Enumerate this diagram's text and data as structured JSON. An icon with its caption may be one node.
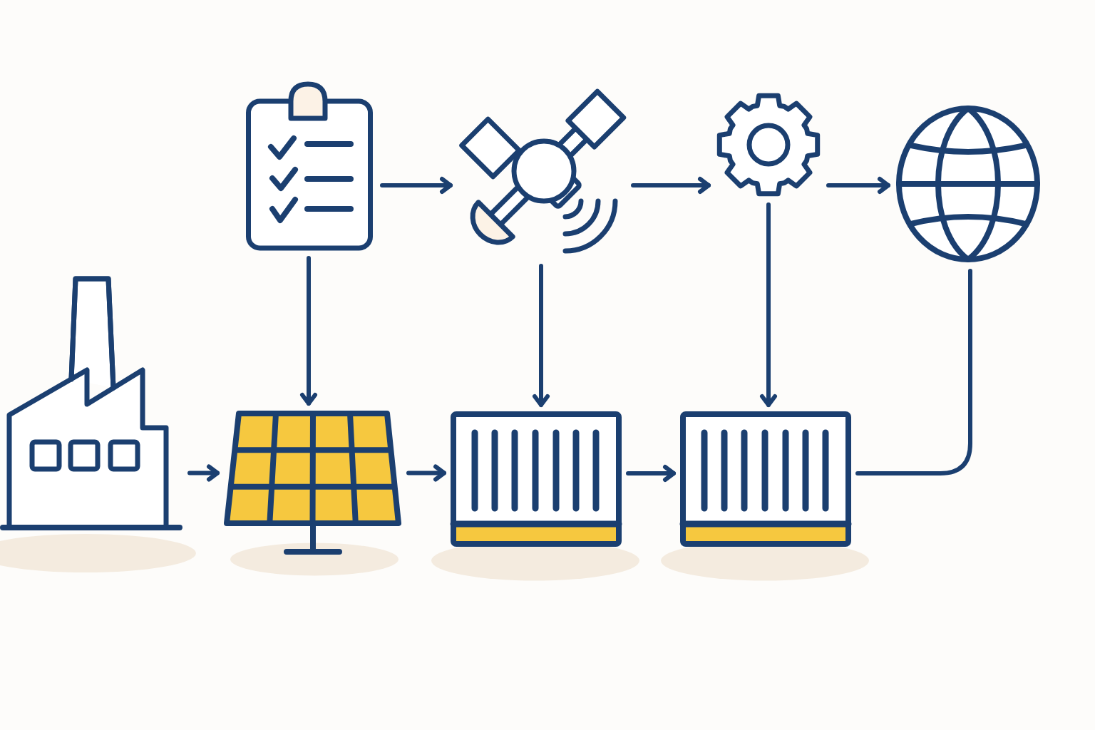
{
  "diagram": {
    "nodes": [
      {
        "text": [],
        "shape": "picture"
      },
      {
        "text": [],
        "shape": "picture"
      },
      {
        "text": [],
        "shape": "picture"
      },
      {
        "text": [],
        "shape": "picture"
      },
      {
        "text": [],
        "shape": "picture"
      },
      {
        "text": [],
        "shape": "picture"
      },
      {
        "text": [],
        "shape": "picture"
      },
      {
        "text": [],
        "shape": "picture"
      }
    ],
    "edges": [
      {
        "from": 0,
        "to": 1,
        "arrow": "to"
      },
      {
        "from": 1,
        "to": 2,
        "arrow": "to"
      },
      {
        "from": 2,
        "to": 3,
        "arrow": "to"
      },
      {
        "from": 0,
        "to": 5,
        "arrow": "to"
      },
      {
        "from": 1,
        "to": 6,
        "arrow": "to"
      },
      {
        "from": 2,
        "to": 7,
        "arrow": "to"
      },
      {
        "from": 4,
        "to": 5,
        "arrow": "to"
      },
      {
        "from": 5,
        "to": 6,
        "arrow": "to"
      },
      {
        "from": 6,
        "to": 7,
        "arrow": "to"
      },
      {
        "from": 7,
        "to": 3,
        "arrow": "none"
      }
    ]
  }
}
